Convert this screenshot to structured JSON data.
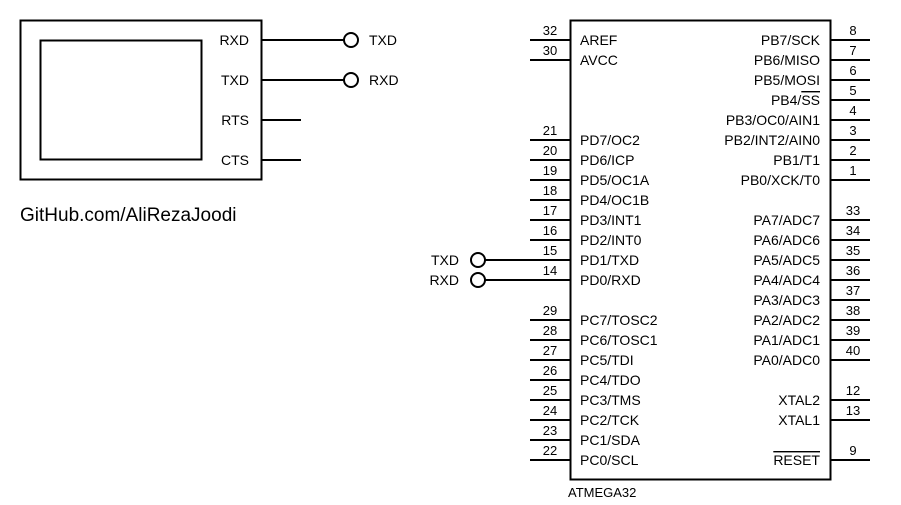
{
  "serial_port": {
    "pins": [
      "RXD",
      "TXD",
      "RTS",
      "CTS"
    ],
    "terminals": [
      "TXD",
      "RXD"
    ]
  },
  "credit": "GitHub.com/AliRezaJoodi",
  "mcu_terminals": {
    "txd": "TXD",
    "rxd": "RXD"
  },
  "chip": {
    "name": "ATMEGA32",
    "left_pins": [
      {
        "num": "32",
        "label": "AREF"
      },
      {
        "num": "30",
        "label": "AVCC"
      },
      {
        "num": "21",
        "label": "PD7/OC2"
      },
      {
        "num": "20",
        "label": "PD6/ICP"
      },
      {
        "num": "19",
        "label": "PD5/OC1A"
      },
      {
        "num": "18",
        "label": "PD4/OC1B"
      },
      {
        "num": "17",
        "label": "PD3/INT1"
      },
      {
        "num": "16",
        "label": "PD2/INT0"
      },
      {
        "num": "15",
        "label": "PD1/TXD"
      },
      {
        "num": "14",
        "label": "PD0/RXD"
      },
      {
        "num": "29",
        "label": "PC7/TOSC2"
      },
      {
        "num": "28",
        "label": "PC6/TOSC1"
      },
      {
        "num": "27",
        "label": "PC5/TDI"
      },
      {
        "num": "26",
        "label": "PC4/TDO"
      },
      {
        "num": "25",
        "label": "PC3/TMS"
      },
      {
        "num": "24",
        "label": "PC2/TCK"
      },
      {
        "num": "23",
        "label": "PC1/SDA"
      },
      {
        "num": "22",
        "label": "PC0/SCL"
      }
    ],
    "right_pins": [
      {
        "num": "8",
        "label": "PB7/SCK"
      },
      {
        "num": "7",
        "label": "PB6/MISO"
      },
      {
        "num": "6",
        "label": "PB5/MOSI"
      },
      {
        "num": "5",
        "label": "PB4/",
        "overbar": "SS"
      },
      {
        "num": "4",
        "label": "PB3/OC0/AIN1"
      },
      {
        "num": "3",
        "label": "PB2/INT2/AIN0"
      },
      {
        "num": "2",
        "label": "PB1/T1"
      },
      {
        "num": "1",
        "label": "PB0/XCK/T0"
      },
      {
        "num": "33",
        "label": "PA7/ADC7"
      },
      {
        "num": "34",
        "label": "PA6/ADC6"
      },
      {
        "num": "35",
        "label": "PA5/ADC5"
      },
      {
        "num": "36",
        "label": "PA4/ADC4"
      },
      {
        "num": "37",
        "label": "PA3/ADC3"
      },
      {
        "num": "38",
        "label": "PA2/ADC2"
      },
      {
        "num": "39",
        "label": "PA1/ADC1"
      },
      {
        "num": "40",
        "label": "PA0/ADC0"
      },
      {
        "num": "12",
        "label": "XTAL2"
      },
      {
        "num": "13",
        "label": "XTAL1"
      },
      {
        "num": "9",
        "label": "",
        "overbar": "RESET"
      }
    ]
  }
}
